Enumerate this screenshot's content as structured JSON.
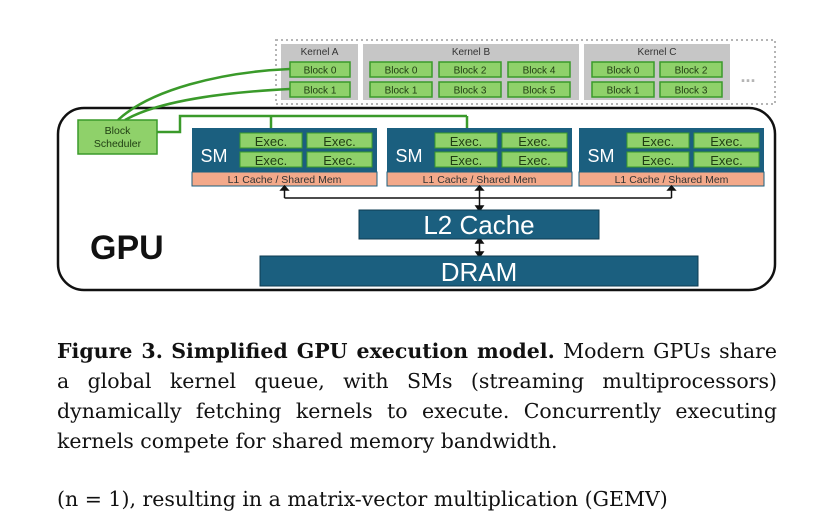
{
  "diagram": {
    "gpu_label": "GPU",
    "block_scheduler": {
      "line1": "Block",
      "line2": "Scheduler"
    },
    "kernels": [
      {
        "name": "Kernel A",
        "blocks": [
          "Block 0",
          "Block 1"
        ]
      },
      {
        "name": "Kernel B",
        "blocks": [
          "Block 0",
          "Block 2",
          "Block 4",
          "Block 1",
          "Block 3",
          "Block 5"
        ]
      },
      {
        "name": "Kernel C",
        "blocks": [
          "Block 0",
          "Block 2",
          "Block 1",
          "Block 3"
        ]
      }
    ],
    "ellipsis": "...",
    "sm": {
      "label": "SM",
      "exec": "Exec.",
      "l1": "L1 Cache / Shared Mem"
    },
    "l2": "L2 Cache",
    "dram": "DRAM",
    "colors": {
      "block_green": "#8fd16a",
      "block_border": "#3a9a2a",
      "kernel_gray": "#c6c6c6",
      "sm_blue": "#1b5f7f",
      "l1_orange": "#f3a98a"
    }
  },
  "caption": {
    "figure_label": "Figure 3.",
    "title": "Simplified GPU execution model.",
    "text": "Modern GPUs share a global kernel queue, with SMs (streaming multiprocessors) dynamically fetching kernels to execute. Concurrently executing kernels compete for shared memory bandwidth."
  },
  "body_fragment": "(n = 1), resulting in a matrix-vector multiplication (GEMV)"
}
